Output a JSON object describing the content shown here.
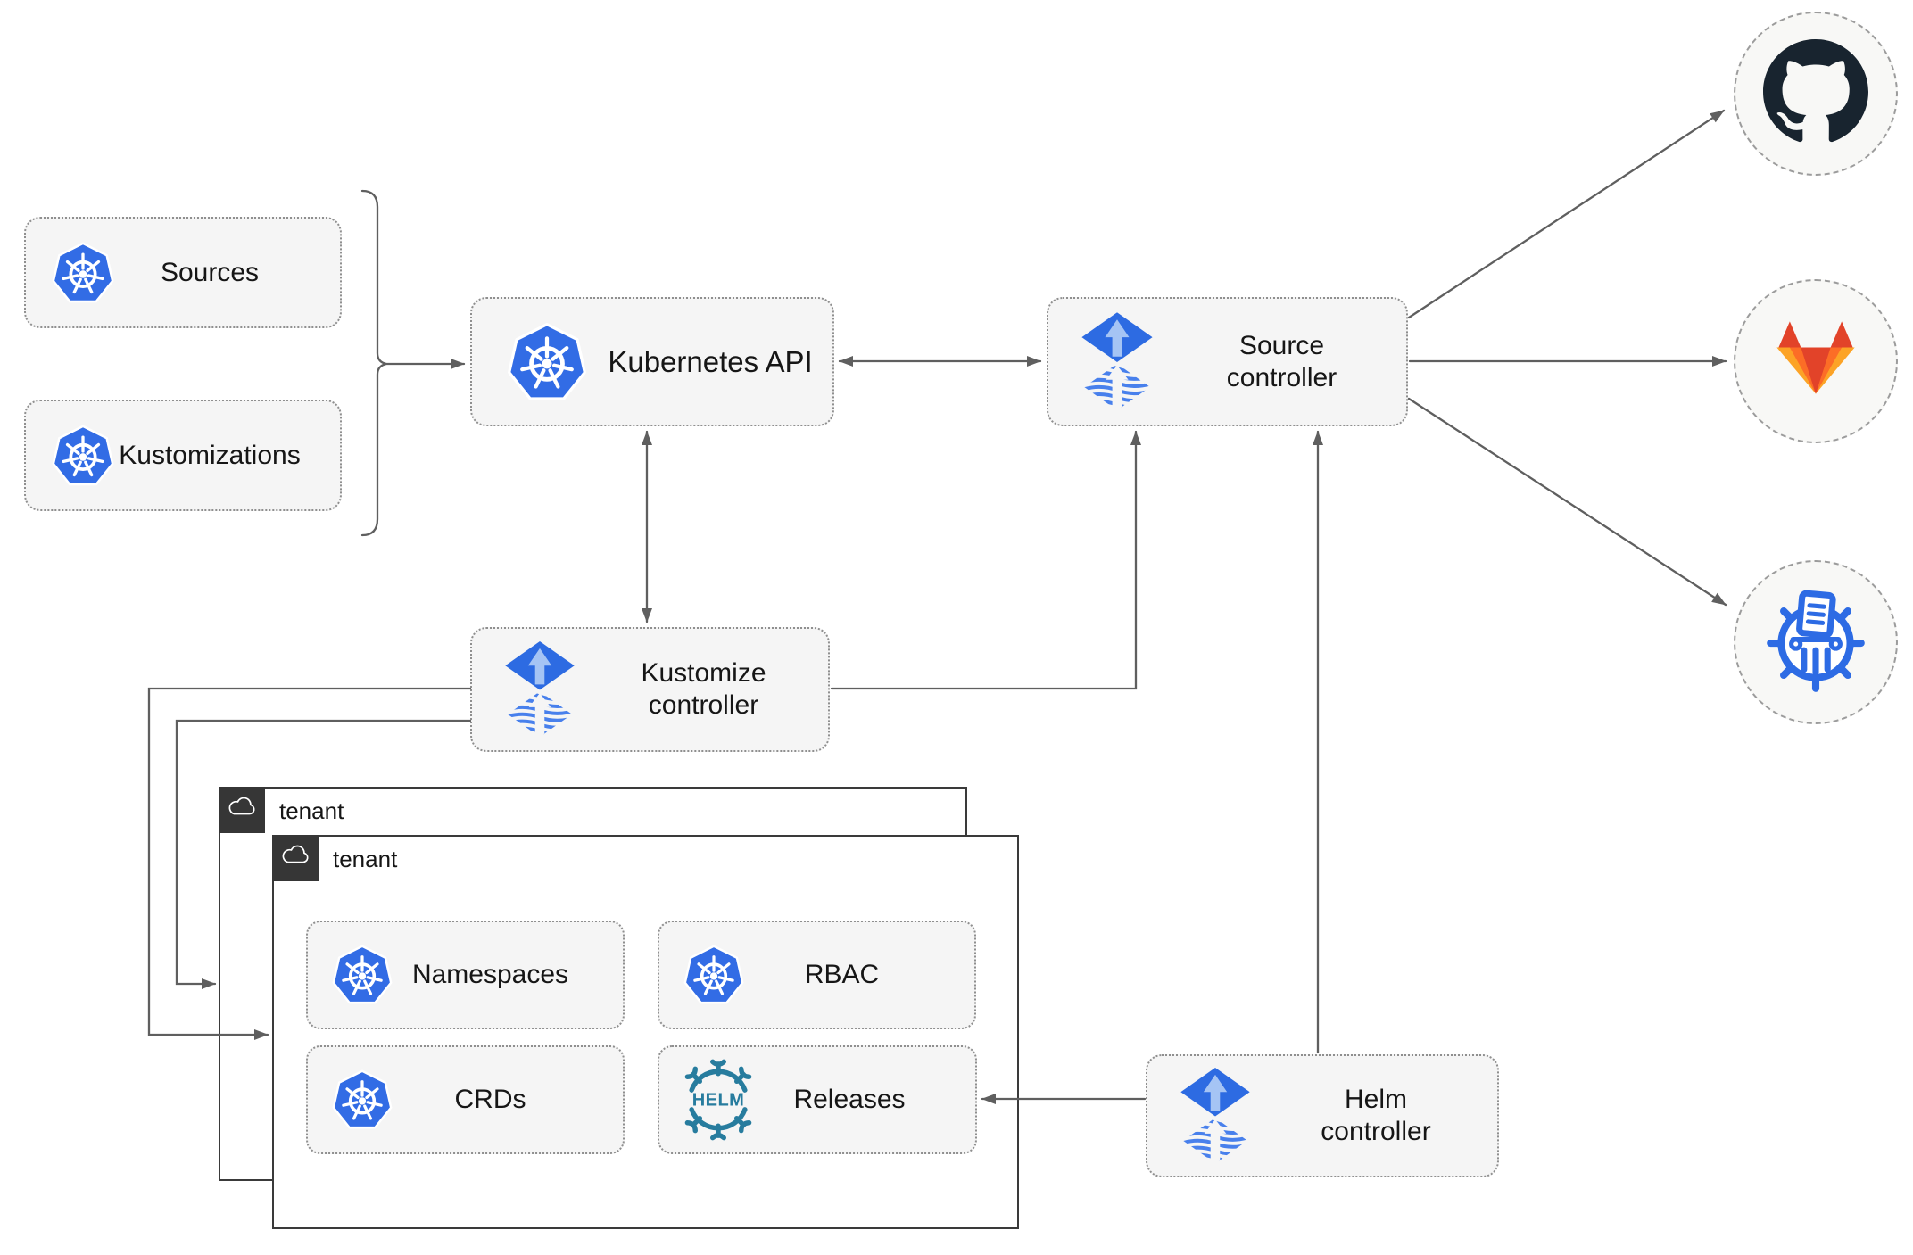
{
  "nodes": {
    "sources": {
      "label": "Sources",
      "icon": "kubernetes-icon"
    },
    "kustomizations": {
      "label": "Kustomizations",
      "icon": "kubernetes-icon"
    },
    "kubernetes_api": {
      "label": "Kubernetes API",
      "icon": "kubernetes-icon"
    },
    "source_controller": {
      "label": "Source controller",
      "icon": "flux-icon"
    },
    "kustomize_controller": {
      "label": "Kustomize controller",
      "icon": "flux-icon"
    },
    "helm_controller": {
      "label": "Helm controller",
      "icon": "flux-icon"
    },
    "namespaces": {
      "label": "Namespaces",
      "icon": "kubernetes-icon"
    },
    "rbac": {
      "label": "RBAC",
      "icon": "kubernetes-icon"
    },
    "crds": {
      "label": "CRDs",
      "icon": "kubernetes-icon"
    },
    "releases": {
      "label": "Releases",
      "icon": "helm-icon"
    }
  },
  "tenant_groups": {
    "outer": {
      "label": "tenant",
      "icon": "cloud-icon"
    },
    "inner": {
      "label": "tenant",
      "icon": "cloud-icon"
    }
  },
  "external_systems": {
    "github": {
      "icon": "github-icon"
    },
    "gitlab": {
      "icon": "gitlab-icon"
    },
    "registry": {
      "icon": "container-registry-icon"
    }
  },
  "helm_logo_text": "HELM",
  "icon_names": [
    "kubernetes-icon",
    "flux-icon",
    "helm-icon",
    "cloud-icon",
    "github-icon",
    "gitlab-icon",
    "container-registry-icon"
  ],
  "colors": {
    "kubernetes_blue": "#326CE5",
    "flux_blue": "#2D6BE2",
    "flux_light_blue": "#A5C4F4",
    "helm_teal": "#277C9E",
    "github_dark": "#18242F",
    "gitlab_red": "#E24329",
    "gitlab_orange": "#FC6D26",
    "gitlab_yellow": "#FCA326",
    "registry_blue": "#2D6BE4",
    "connector_gray": "#5F5F5F",
    "node_fill": "#F5F5F5",
    "tenant_tab_dark": "#363636"
  }
}
